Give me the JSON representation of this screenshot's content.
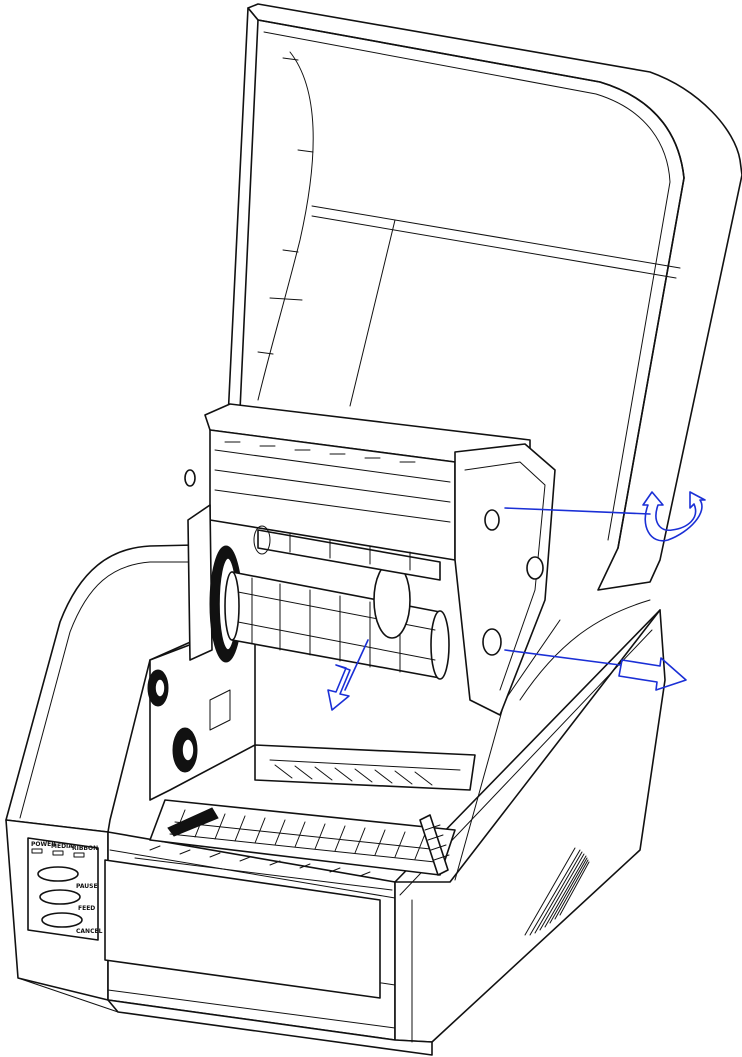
{
  "figure": {
    "subject": "thermal label printer with top cover open, ribbon mechanism raised",
    "colors": {
      "line": "#111111",
      "arrow": "#1a2fd6",
      "background": "#ffffff"
    }
  },
  "control_panel": {
    "indicators": [
      "POWER",
      "MEDIA",
      "RIBBON"
    ],
    "buttons": [
      {
        "label": "PAUSE"
      },
      {
        "label": "FEED"
      },
      {
        "label": "CANCEL"
      }
    ]
  },
  "arrows": [
    {
      "name": "rotate-arrow",
      "meaning": "rotate"
    },
    {
      "name": "pull-out-arrow",
      "meaning": "pull out"
    },
    {
      "name": "push-down-arrow",
      "meaning": "push down"
    }
  ]
}
